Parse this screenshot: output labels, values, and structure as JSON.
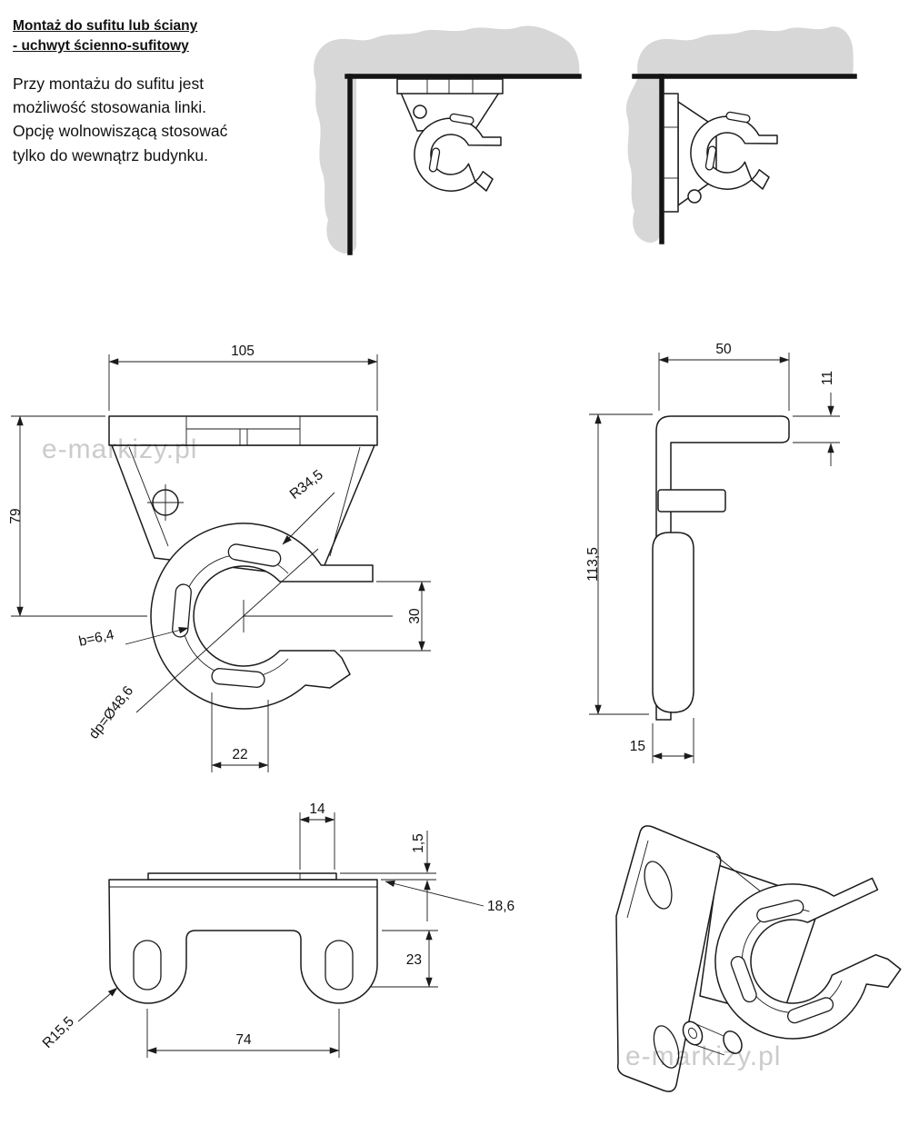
{
  "header": {
    "title_line1": "Montaż do sufitu lub ściany",
    "title_line2": "- uchwyt ścienno-sufitowy",
    "body_line1": "Przy montażu do sufitu jest",
    "body_line2": "możliwość stosowania linki.",
    "body_line3": "Opcję wolnowiszącą stosować",
    "body_line4": "tylko do wewnątrz budynku."
  },
  "watermarks": {
    "left": "e-markizy.pl",
    "right": "e-markizy.pl"
  },
  "front_view": {
    "dim_width": "105",
    "dim_height": "79",
    "dim_radius": "R34,5",
    "dim_opening": "30",
    "dim_slot_width": "b=6,4",
    "dim_pitch_diameter": "dp=Ø48,6",
    "dim_slot_spacing": "22"
  },
  "side_view": {
    "dim_width": "50",
    "dim_arm_thickness": "11",
    "dim_height": "113,5",
    "dim_foot_width": "15"
  },
  "bottom_view": {
    "dim_tab_width": "14",
    "dim_lip_thickness": "1,5",
    "dim_offset": "18,6",
    "dim_depth": "23",
    "dim_hole_spacing": "74",
    "dim_corner_radius": "R15,5"
  },
  "colors": {
    "line": "#1b1b1b",
    "surface": "#d7d7d7",
    "watermark": "#cbcbcb"
  }
}
